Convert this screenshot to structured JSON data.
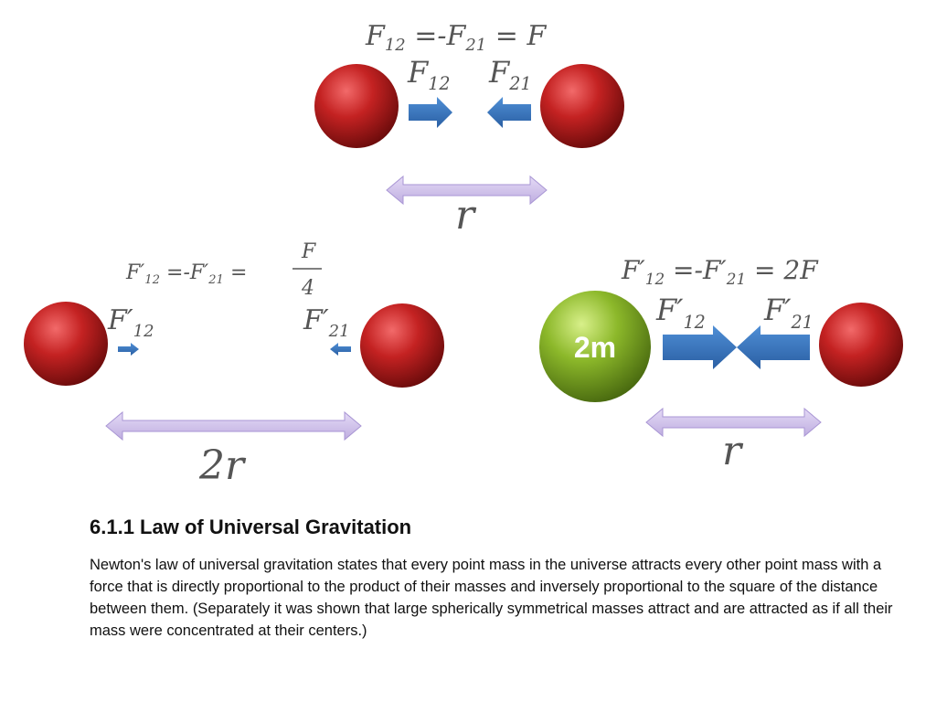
{
  "diagram": {
    "top": {
      "equation": {
        "f12": "F",
        "f12_sub": "12",
        "eq1": " =-F",
        "f21_sub": "21",
        "eq2": "  =  F"
      },
      "label_left": {
        "main": "F",
        "sub": "12"
      },
      "label_right": {
        "main": "F",
        "sub": "21"
      },
      "distance": "r"
    },
    "left": {
      "equation": {
        "lhs": "F′",
        "lhs_sub": "12",
        "mid": " =-F′",
        "mid_sub": "21",
        "eq": " =",
        "num": "F",
        "den": "4"
      },
      "label_left": {
        "main": "F′",
        "sub": "12"
      },
      "label_right": {
        "main": "F′",
        "sub": "21"
      },
      "distance": "2r"
    },
    "right": {
      "equation": {
        "lhs": "F′",
        "lhs_sub": "12",
        "mid": " =-F′",
        "mid_sub": "21",
        "rhs": "  =  2F"
      },
      "label_left": {
        "main": "F′",
        "sub": "12"
      },
      "label_right": {
        "main": "F′",
        "sub": "21"
      },
      "big_mass_label": "2m",
      "distance": "r"
    },
    "colors": {
      "red_sphere": "#b81c1c",
      "green_sphere": "#7fa822",
      "force_arrow": "#2e6db4",
      "distance_arrow": "#c8b9e6"
    }
  },
  "text": {
    "heading": "6.1.1 Law of Universal Gravitation",
    "paragraph": "Newton's law of universal gravitation states that every point mass in the universe attracts every other point mass with a force that is directly proportional to the product of their masses and inversely proportional to the square of the distance between them. (Separately it was shown that large spherically symmetrical masses attract and are attracted as if all their mass were concentrated at their centers.)"
  }
}
